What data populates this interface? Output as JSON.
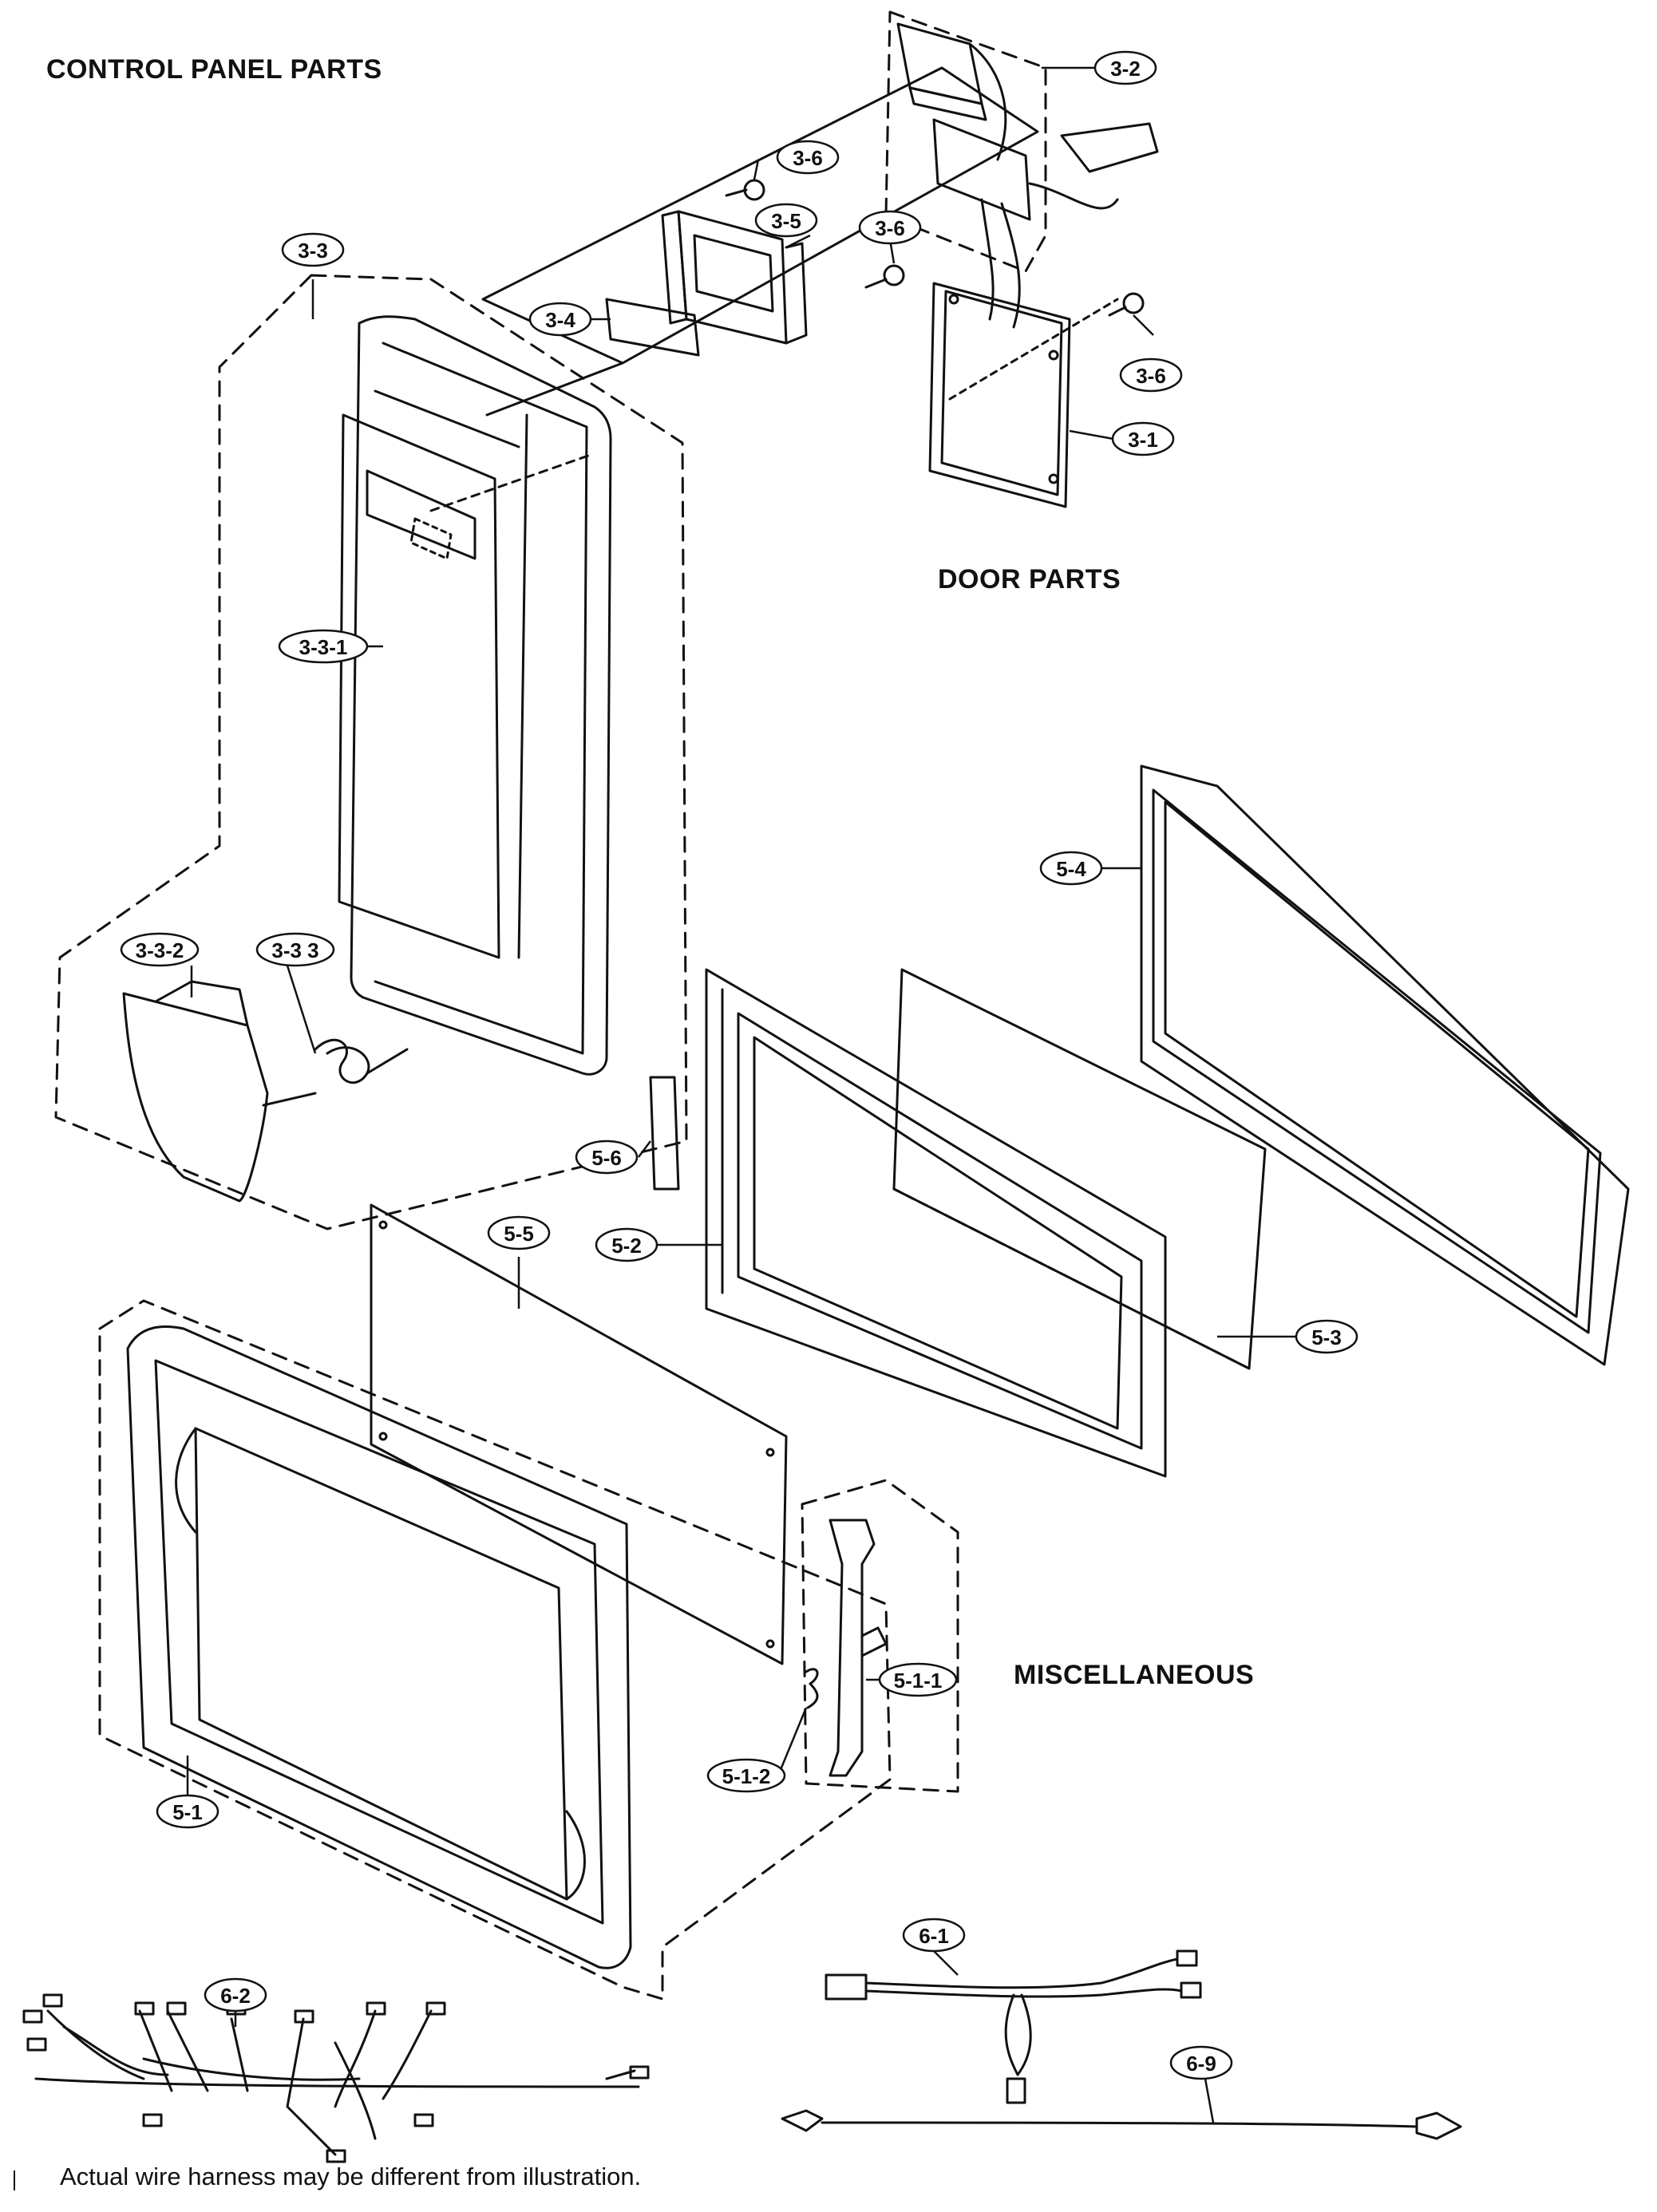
{
  "sections": {
    "control_panel": "CONTROL PANEL PARTS",
    "door": "DOOR PARTS",
    "misc": "MISCELLANEOUS"
  },
  "note": "Actual wire harness may be different from illustration.",
  "callouts": {
    "c_3_2": "3-2",
    "c_3_6_top": "3-6",
    "c_3_5": "3-5",
    "c_3_6_mid": "3-6",
    "c_3_4": "3-4",
    "c_3_6_right": "3-6",
    "c_3_1": "3-1",
    "c_3_3": "3-3",
    "c_3_3_1": "3-3-1",
    "c_3_3_2": "3-3-2",
    "c_3_3_3": "3-3 3",
    "c_5_4": "5-4",
    "c_5_6": "5-6",
    "c_5_2": "5-2",
    "c_5_5": "5-5",
    "c_5_3": "5-3",
    "c_5_1_1": "5-1-1",
    "c_5_1_2": "5-1-2",
    "c_5_1": "5-1",
    "c_6_2": "6-2",
    "c_6_1": "6-1",
    "c_6_9": "6-9"
  }
}
